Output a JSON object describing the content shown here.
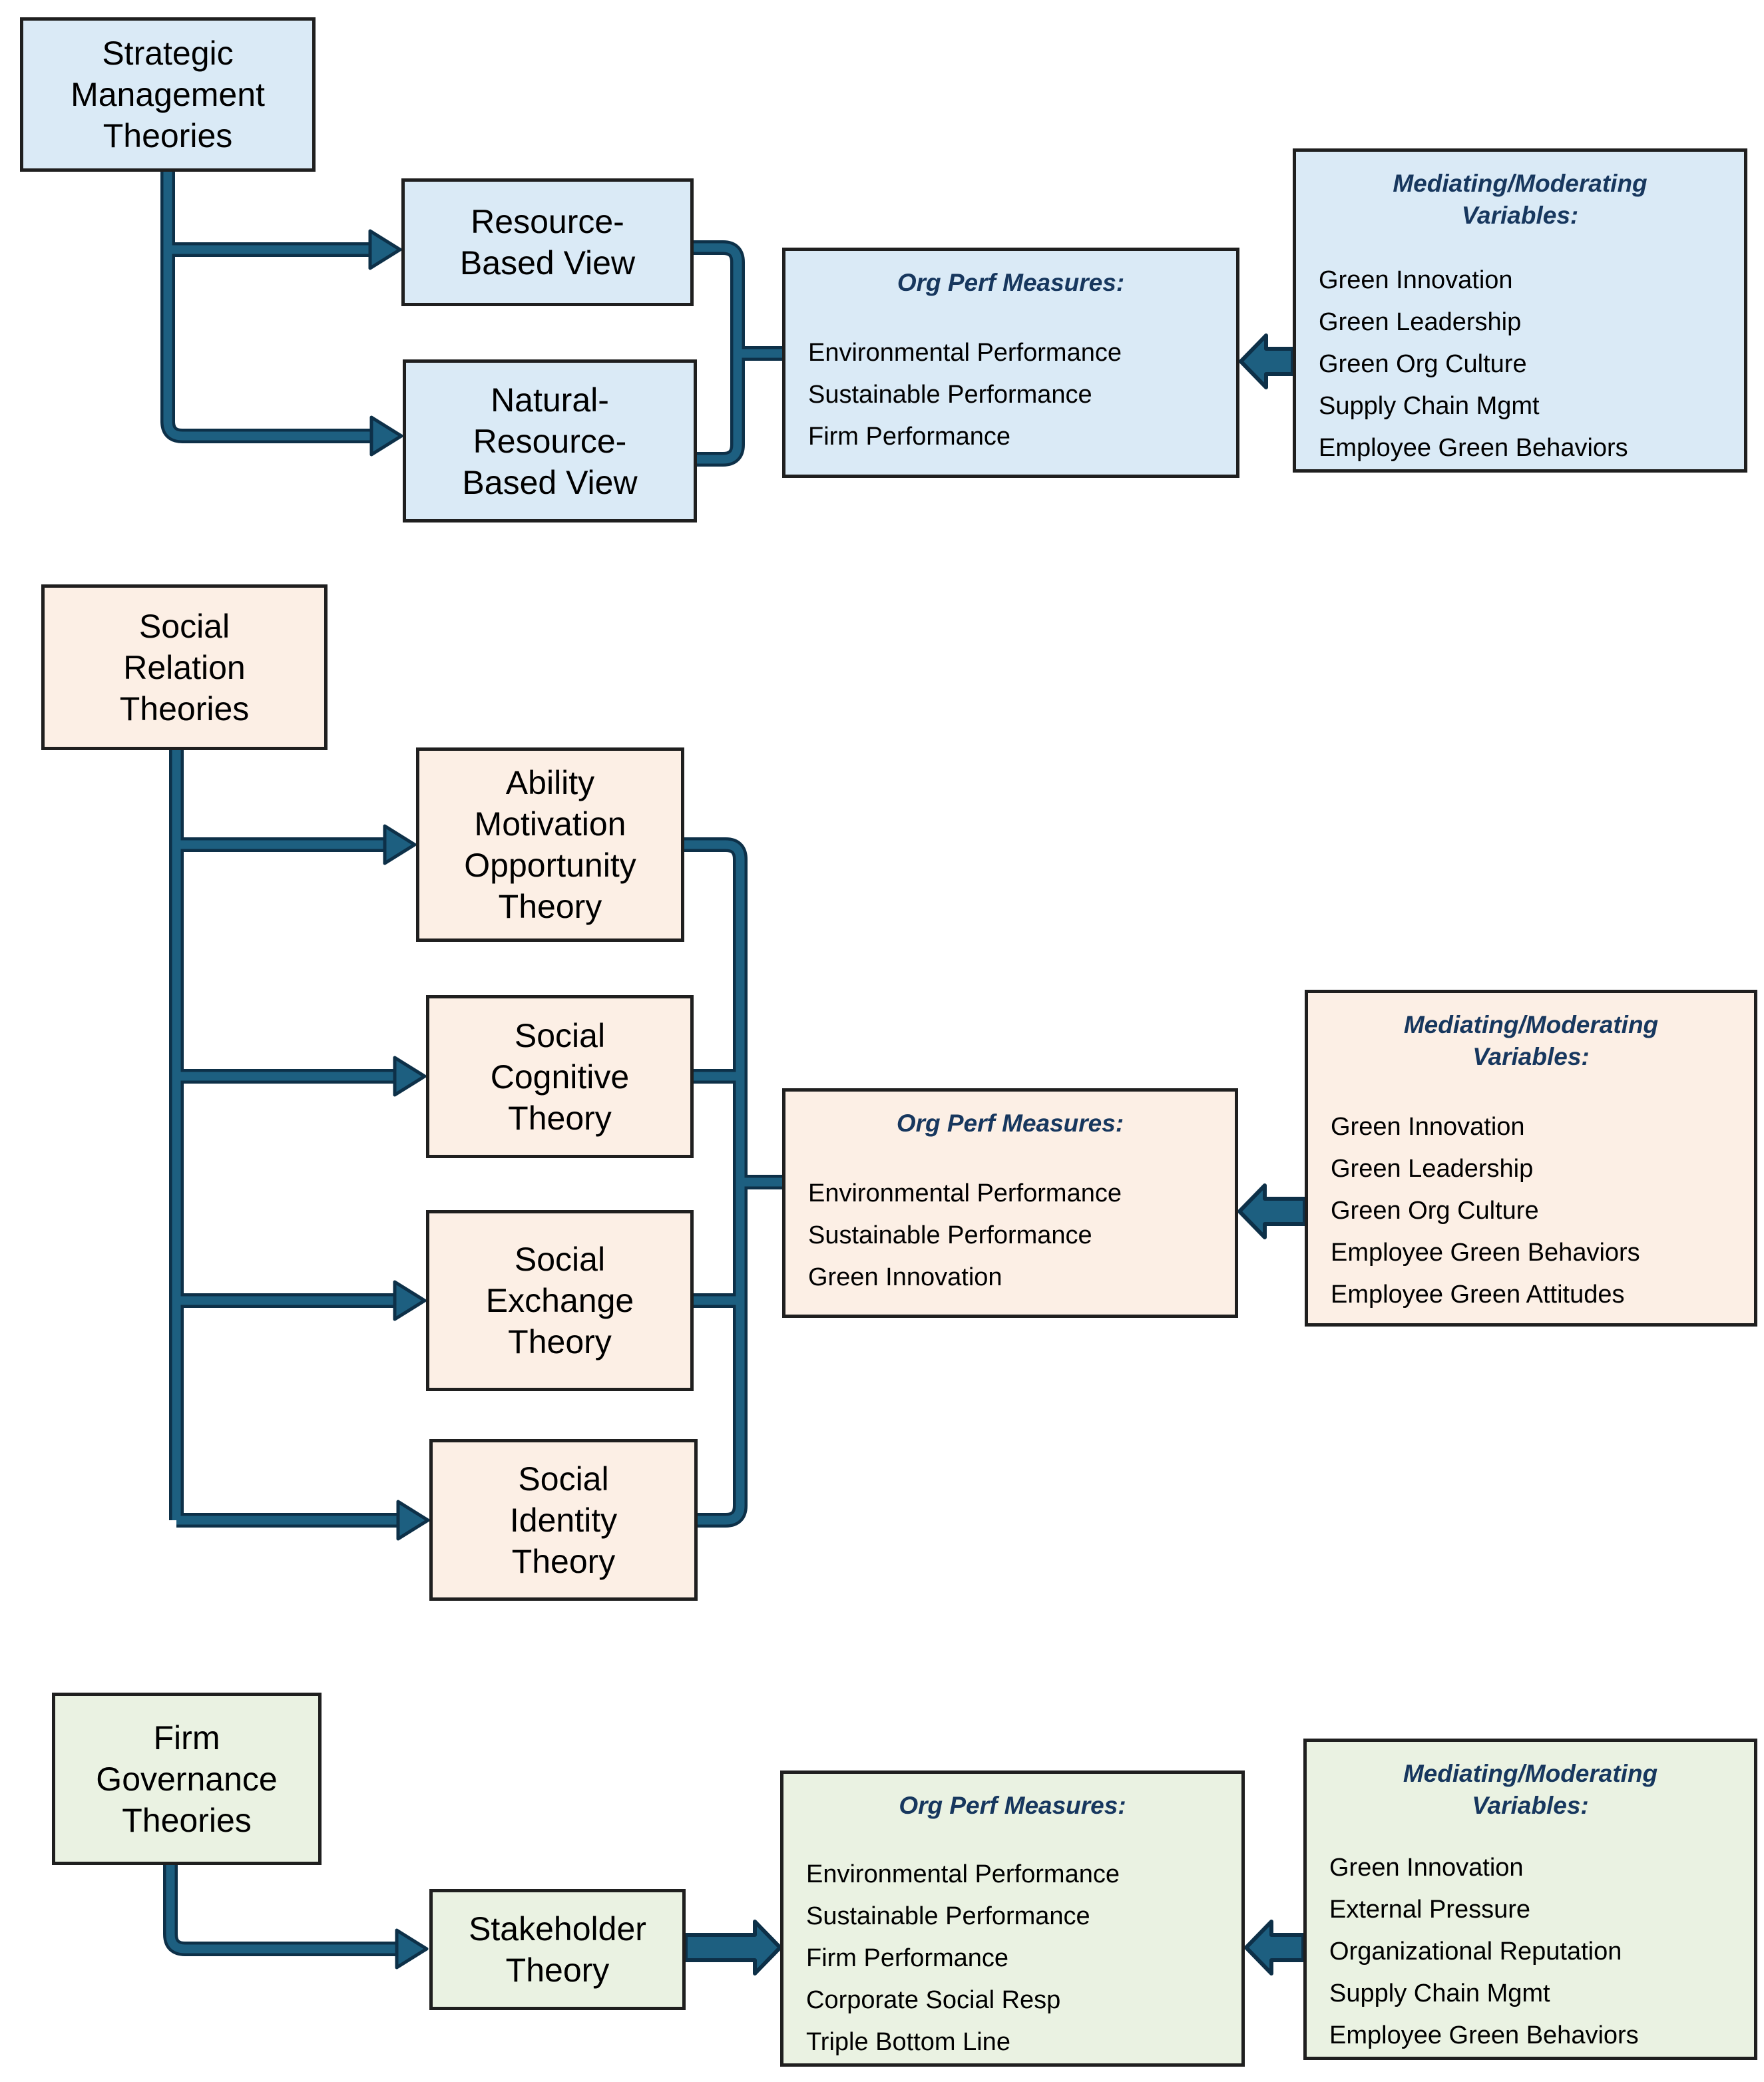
{
  "colors": {
    "arrow_fill": "#1d5f80",
    "arrow_outline": "#0d3048",
    "box_border": "#1f1f1f",
    "header_text": "#17375e",
    "body_text": "#000000",
    "section1_fill": "#daeaf6",
    "section2_fill": "#fcefe5",
    "section3_fill": "#eaf2e2",
    "background": "#ffffff"
  },
  "sections": [
    {
      "source_label": "Strategic\nManagement\nTheories",
      "theories": [
        "Resource-\nBased View",
        "Natural-\nResource-\nBased View"
      ],
      "org_perf": {
        "heading": "Org Perf Measures:",
        "items": [
          "Environmental Performance",
          "Sustainable Performance",
          "Firm Performance"
        ]
      },
      "mediating": {
        "heading": "Mediating/Moderating\nVariables:",
        "items": [
          "Green Innovation",
          "Green Leadership",
          "Green Org Culture",
          "Supply Chain Mgmt",
          "Employee Green Behaviors"
        ]
      }
    },
    {
      "source_label": "Social\nRelation\nTheories",
      "theories": [
        "Ability\nMotivation\nOpportunity\nTheory",
        "Social\nCognitive\nTheory",
        "Social\nExchange\nTheory",
        "Social\nIdentity\nTheory"
      ],
      "org_perf": {
        "heading": "Org Perf Measures:",
        "items": [
          "Environmental Performance",
          "Sustainable Performance",
          "Green Innovation"
        ]
      },
      "mediating": {
        "heading": "Mediating/Moderating\nVariables:",
        "items": [
          "Green Innovation",
          "Green Leadership",
          "Green Org Culture",
          "Employee Green Behaviors",
          "Employee Green Attitudes"
        ]
      }
    },
    {
      "source_label": "Firm\nGovernance\nTheories",
      "theories": [
        "Stakeholder\nTheory"
      ],
      "org_perf": {
        "heading": "Org Perf Measures:",
        "items": [
          "Environmental Performance",
          "Sustainable Performance",
          "Firm Performance",
          "Corporate Social Resp",
          "Triple Bottom Line"
        ]
      },
      "mediating": {
        "heading": "Mediating/Moderating\nVariables:",
        "items": [
          "Green Innovation",
          "External Pressure",
          "Organizational Reputation",
          "Supply Chain Mgmt",
          "Employee Green Behaviors"
        ]
      }
    }
  ]
}
